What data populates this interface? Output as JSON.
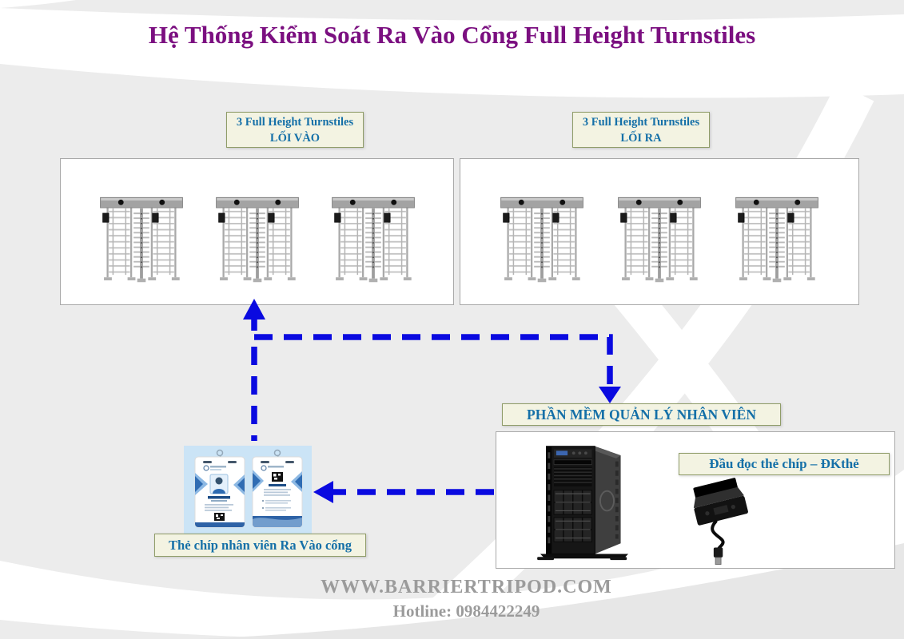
{
  "title": "Hệ Thống Kiểm Soát Ra Vào Cổng Full Height Turnstiles",
  "entry_label": {
    "line1": "3 Full Height Turnstiles",
    "line2": "LỐI VÀO"
  },
  "exit_label": {
    "line1": "3 Full Height Turnstiles",
    "line2": "LỐI RA"
  },
  "software_label": "PHẦN MỀM QUẢN LÝ NHÂN VIÊN",
  "reader_label": "Đầu đọc thẻ chíp – ĐKthẻ",
  "card_label": "Thẻ chíp nhân viên Ra Vào cổng",
  "footer": {
    "website": "WWW.BARRIERTRIPOD.COM",
    "hotline": "Hotline: 0984422249"
  },
  "icons": {
    "turnstile": "full-height-turnstile",
    "server_tower": "tower-server",
    "card_reader": "usb-chip-card-reader",
    "id_cards": "employee-id-cards",
    "flow_arrows": "blue-dashed-flow-arrows"
  },
  "colors": {
    "title_text": "#7b0f80",
    "label_text": "#1570a8",
    "label_bg": "#f3f3e2",
    "label_border": "#8f9c68",
    "arrow_blue": "#0a0ae0",
    "footer_text": "#9b9b9b",
    "panel_border": "#a9a9a9",
    "cards_bg": "#cbe4f6",
    "background_gray": "#ececec"
  },
  "counts": {
    "entry_turnstiles": 3,
    "exit_turnstiles": 3
  }
}
